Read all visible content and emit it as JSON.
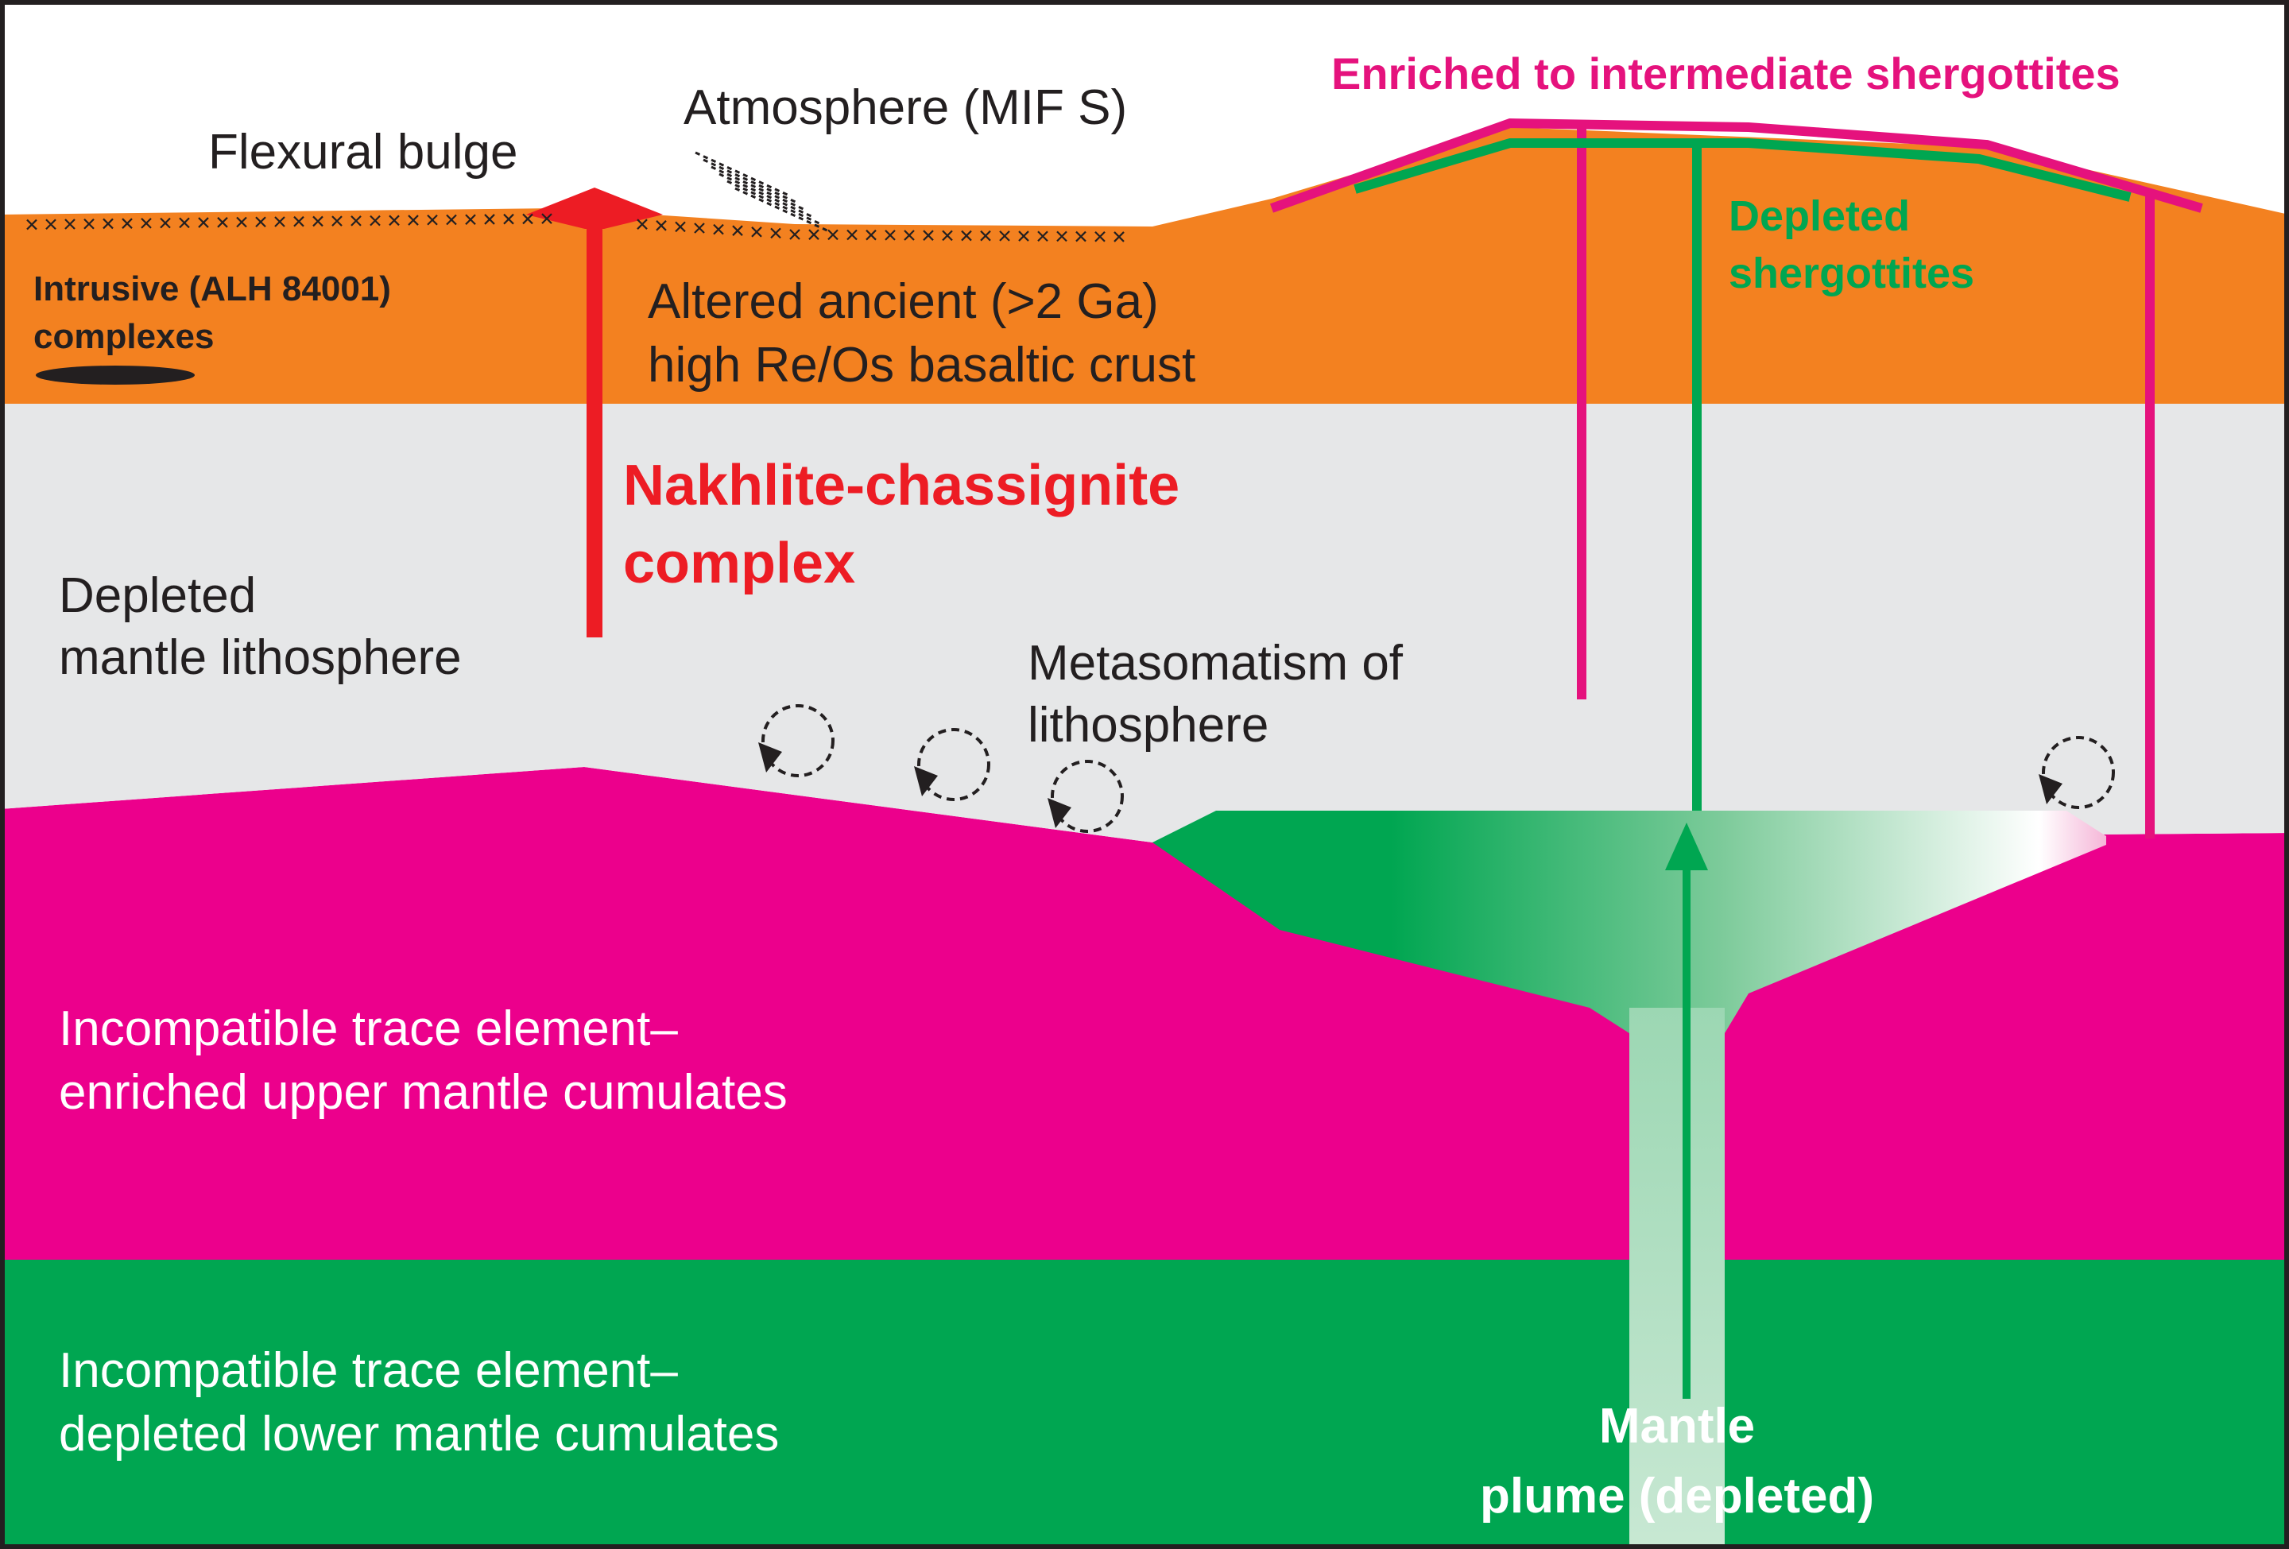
{
  "labels": {
    "flexural_bulge": "Flexural bulge",
    "atmosphere": "Atmosphere (MIF S)",
    "enriched_shergottites": "Enriched to intermediate shergottites",
    "intrusive_line1": "Intrusive (ALH 84001)",
    "intrusive_line2": "complexes",
    "altered_crust_line1": "Altered ancient (>2 Ga)",
    "altered_crust_line2": "high Re/Os basaltic crust",
    "depleted_shergottites_line1": "Depleted",
    "depleted_shergottites_line2": "shergottites",
    "nakhlite_line1": "Nakhlite-chassignite",
    "nakhlite_line2": "complex",
    "depleted_lithosphere_line1": "Depleted",
    "depleted_lithosphere_line2": "mantle lithosphere",
    "metasomatism_line1": "Metasomatism of",
    "metasomatism_line2": "lithosphere",
    "enriched_cumulates_line1": "Incompatible trace element–",
    "enriched_cumulates_line2": "enriched upper mantle cumulates",
    "depleted_cumulates_line1": "Incompatible trace element–",
    "depleted_cumulates_line2": "depleted lower mantle cumulates",
    "plume_line1": "Mantle",
    "plume_line2": "plume (depleted)"
  },
  "colors": {
    "crust_orange": "#F38120",
    "lithosphere_gray": "#E6E7E8",
    "upper_mantle_magenta": "#EC008C",
    "lower_mantle_green": "#00A651",
    "nakhlite_red": "#ED1C24",
    "depleted_green_line": "#00A651",
    "enriched_magenta_line": "#E5127D",
    "text_dark": "#231F20"
  }
}
